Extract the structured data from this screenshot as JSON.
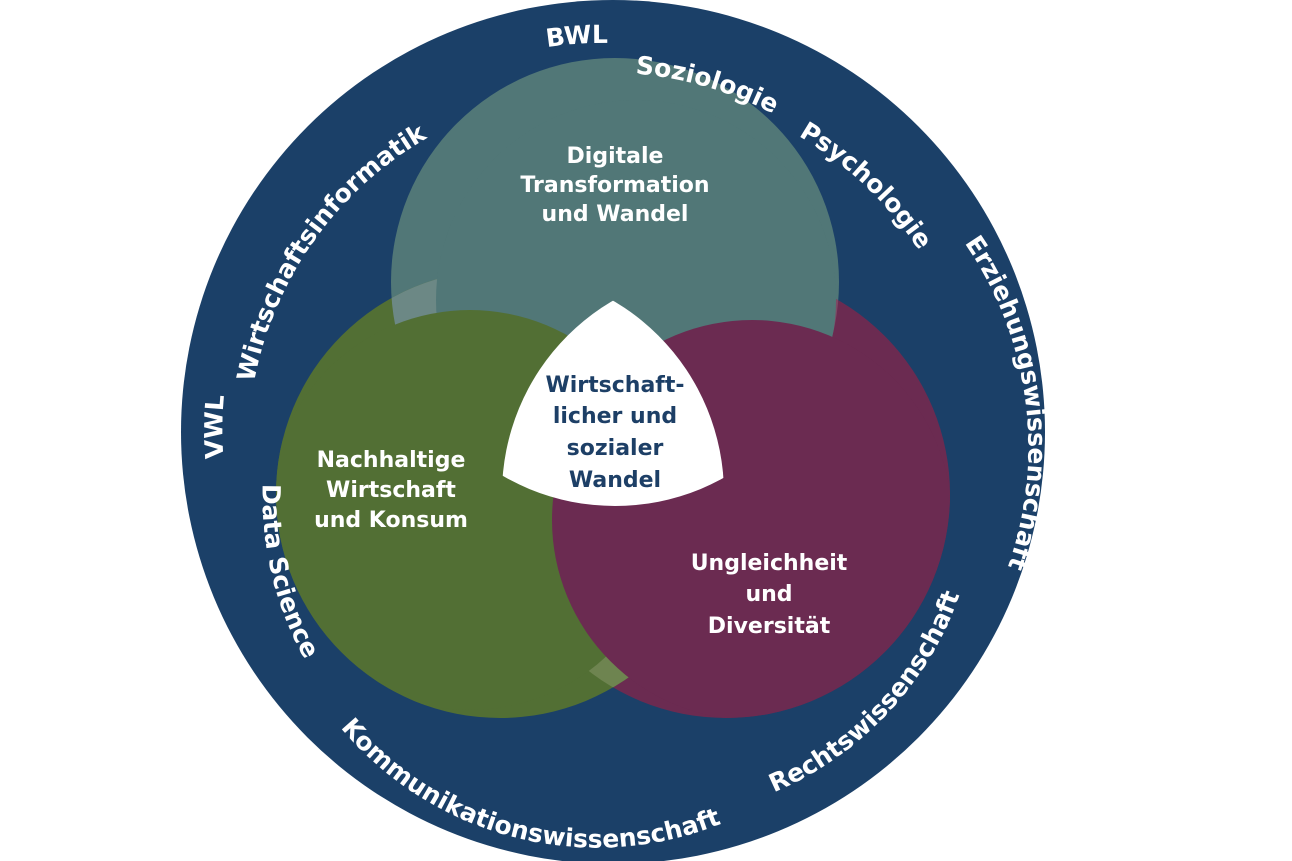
{
  "colors": {
    "ring": "#1b4068",
    "digital": "#517777",
    "sustainable": "#526f34",
    "inequality": "#6b2b51",
    "center": "#ffffff",
    "center_text": "#1d3f66"
  },
  "disciplines": [
    "BWL",
    "Soziologie",
    "Psychologie",
    "Erziehungswissenschaft",
    "Rechtswissenschaft",
    "Kommunikationswissenschaft",
    "Data Science",
    "VWL",
    "Wirtschaftsinformatik"
  ],
  "circles": {
    "digital": [
      "Digitale",
      "Transformation",
      "und Wandel"
    ],
    "sustainable": [
      "Nachhaltige",
      "Wirtschaft",
      "und Konsum"
    ],
    "inequality": [
      "Ungleichheit",
      "und",
      "Diversität"
    ]
  },
  "center": [
    "Wirtschaft-",
    "licher und",
    "sozialer",
    "Wandel"
  ]
}
